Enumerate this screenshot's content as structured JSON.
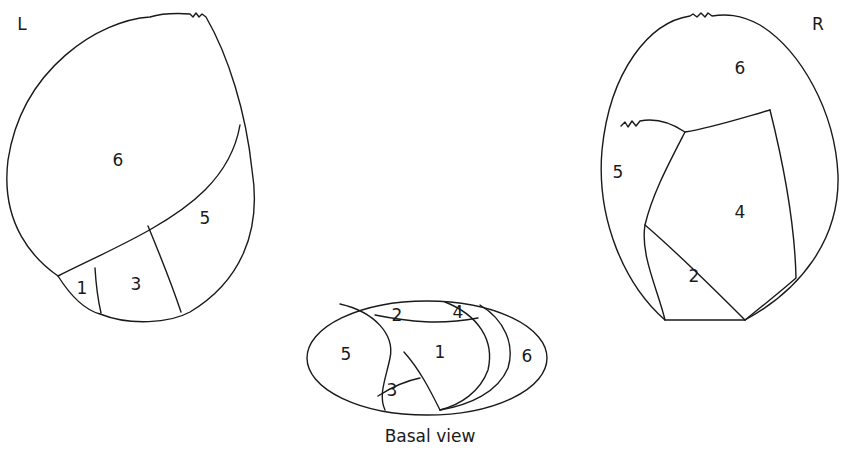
{
  "diagram": {
    "labels": [
      "L",
      "6",
      "5",
      "1",
      "3",
      "R",
      "6",
      "5",
      "4",
      "2",
      "2",
      "4",
      "5",
      "1",
      "3",
      "6",
      "Basal view"
    ]
  }
}
